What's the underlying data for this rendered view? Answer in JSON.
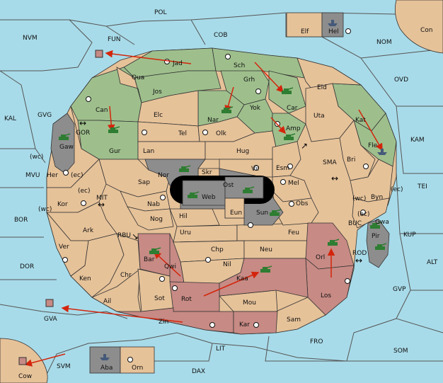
{
  "colors": {
    "sea": "#a8dbe9",
    "tan": "#e6c299",
    "green": "#9ebf8c",
    "red": "#c78a84",
    "grey": "#8d8d8d",
    "arrow": "#d4250c"
  },
  "sea_labels": {
    "POL": "POL",
    "NVM": "NVM",
    "FUN": "FUN",
    "COB": "COB",
    "NOM": "NOM",
    "OVD": "OVD",
    "KAL": "KAL",
    "GVG": "GVG",
    "KAM": "KAM",
    "SMA": "SMA",
    "TEI": "TEI",
    "MVU": "MVU",
    "MIT": "MIT",
    "BOR": "BOR",
    "RBU": "RBU",
    "BUC": "BUC",
    "KUP": "KUP",
    "DOR": "DOR",
    "ROD": "ROD",
    "ALT": "ALT",
    "GVP": "GVP",
    "GVA": "GVA",
    "FRO": "FRO",
    "SOM": "SOM",
    "LIT": "LIT",
    "SVM": "SVM",
    "DAX": "DAX",
    "GOR": "GOR"
  },
  "land_labels": {
    "Con": "Con",
    "Elf": "Elf",
    "Hel": "Hel",
    "Jad": "Jad",
    "Sch": "Sch",
    "Qua": "Qua",
    "Jos": "Jos",
    "Grh": "Grh",
    "Car": "Car",
    "Eld": "Eld",
    "Can": "Can",
    "Elc": "Elc",
    "Nar": "Nar",
    "Yok": "Yok",
    "Uta": "Uta",
    "Kat": "Kat",
    "Gur": "Gur",
    "Tel": "Tel",
    "Olk": "Olk",
    "Amp": "Amp",
    "Lan": "Lan",
    "Hug": "Hug",
    "Gaw": "Gaw",
    "Fle": "Fle",
    "Bri": "Bri",
    "Vil": "Vil",
    "Esm": "Esm",
    "Her": "Her",
    "Nor": "Nor",
    "Skr": "Skr",
    "Sap": "Sap",
    "Ost": "Ost",
    "Web": "Web",
    "Mel": "Mel",
    "Byn": "Byn",
    "Kor": "Kor",
    "Nab": "Nab",
    "Obs": "Obs",
    "Eun": "Eun",
    "Sun": "Sun",
    "Gwa": "Gwa",
    "Hil": "Hil",
    "Nog": "Nog",
    "Ark": "Ark",
    "Uru": "Uru",
    "Feu": "Feu",
    "Pir": "Pir",
    "Ver": "Ver",
    "Chp": "Chp",
    "Neu": "Neu",
    "Orl": "Orl",
    "Bar": "Bar",
    "Qwi": "Qwi",
    "Nil": "Nil",
    "Ken": "Ken",
    "Chr": "Chr",
    "Kaa": "Kaa",
    "Rot": "Rot",
    "Los": "Los",
    "Sot": "Sot",
    "Ail": "Ail",
    "Mou": "Mou",
    "Zin": "Zin",
    "Kar": "Kar",
    "Sam": "Sam",
    "Aba": "Aba",
    "Orn": "Orn",
    "Cow": "Cow"
  },
  "coast_tags": {
    "wc1": "(wc)",
    "ec1": "(ec)",
    "wc2": "(wc)",
    "ec2": "(ec)",
    "ec3": "(ec)",
    "wc3": "(wc)",
    "ec4": "(ec)"
  }
}
